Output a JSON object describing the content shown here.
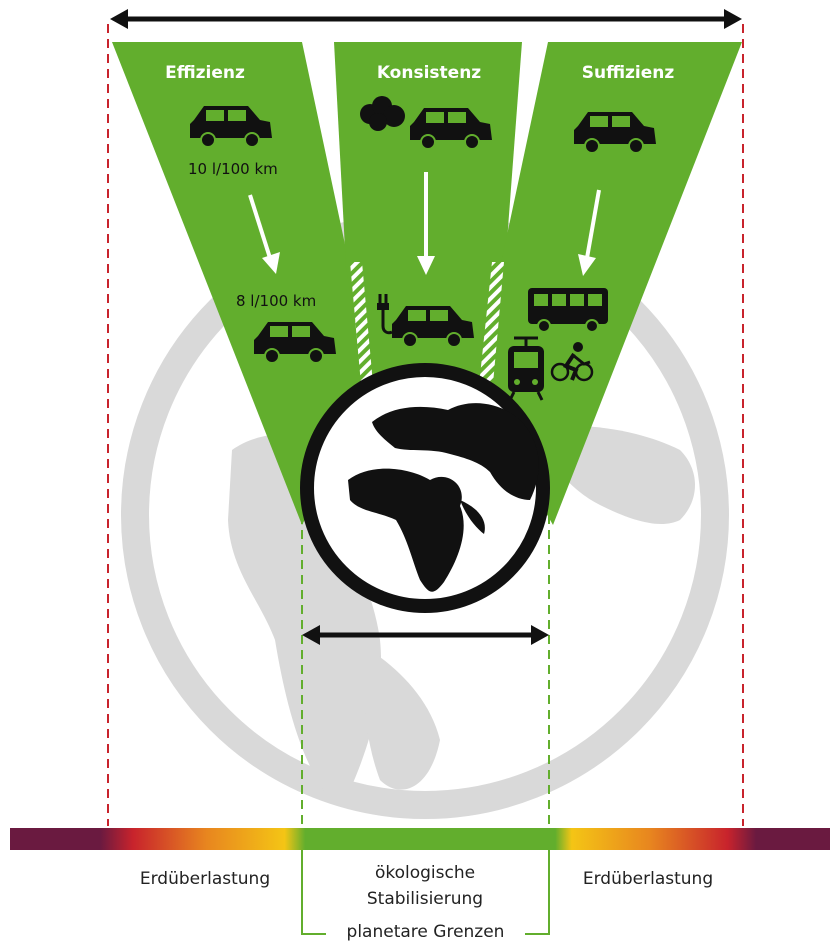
{
  "headings": {
    "efficiency": "Effizienz",
    "consistency": "Konsistenz",
    "sufficiency": "Suffizienz"
  },
  "consumption": {
    "before": "10 l/100 km",
    "after": "8 l/100 km"
  },
  "bottom": {
    "left": "Erdüberlastung",
    "center_line1": "ökologische",
    "center_line2": "Stabilisierung",
    "right": "Erdüberlastung",
    "boundary": "planetare Grenzen"
  },
  "icons": [
    "car-icon",
    "smoke-cloud-icon",
    "electric-car-icon",
    "bus-icon",
    "tram-icon",
    "cyclist-icon",
    "globe-icon",
    "arrow-icon"
  ],
  "colors": {
    "green": "#62ae2d",
    "red_dashed": "#c8232c",
    "green_dashed": "#62ae2d",
    "gradient_dark": "#6a1a40",
    "gradient_red": "#c8232c",
    "gradient_yellow": "#f4c515",
    "gradient_green": "#62ae2d",
    "background_globe": "#d9d9d9"
  }
}
